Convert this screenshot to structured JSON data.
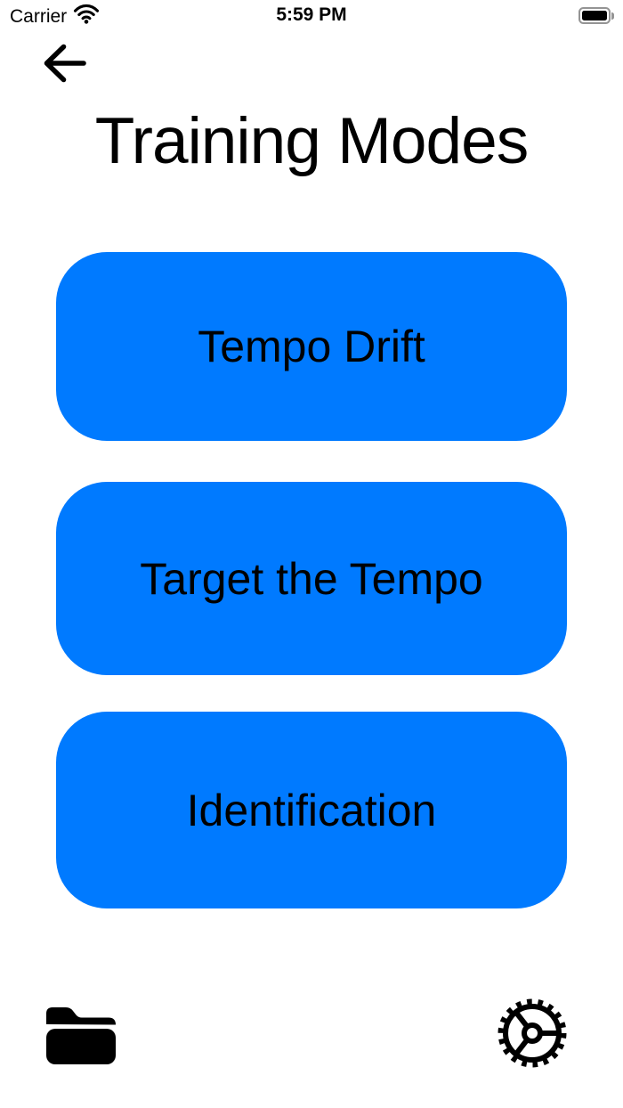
{
  "status_bar": {
    "carrier_label": "Carrier",
    "time": "5:59 PM",
    "wifi_icon": "wifi-icon",
    "battery_icon": "battery-full-icon"
  },
  "navigation": {
    "back_icon": "left-arrow-icon"
  },
  "header": {
    "title": "Training Modes"
  },
  "training_modes": {
    "buttons": [
      {
        "label": "Tempo Drift"
      },
      {
        "label": "Target the Tempo"
      },
      {
        "label": "Identification"
      }
    ]
  },
  "footer": {
    "files_icon": "folder-icon",
    "settings_icon": "gear-icon"
  },
  "colors": {
    "accent_blue": "#007AFF",
    "text": "#000000",
    "background": "#FFFFFF"
  }
}
